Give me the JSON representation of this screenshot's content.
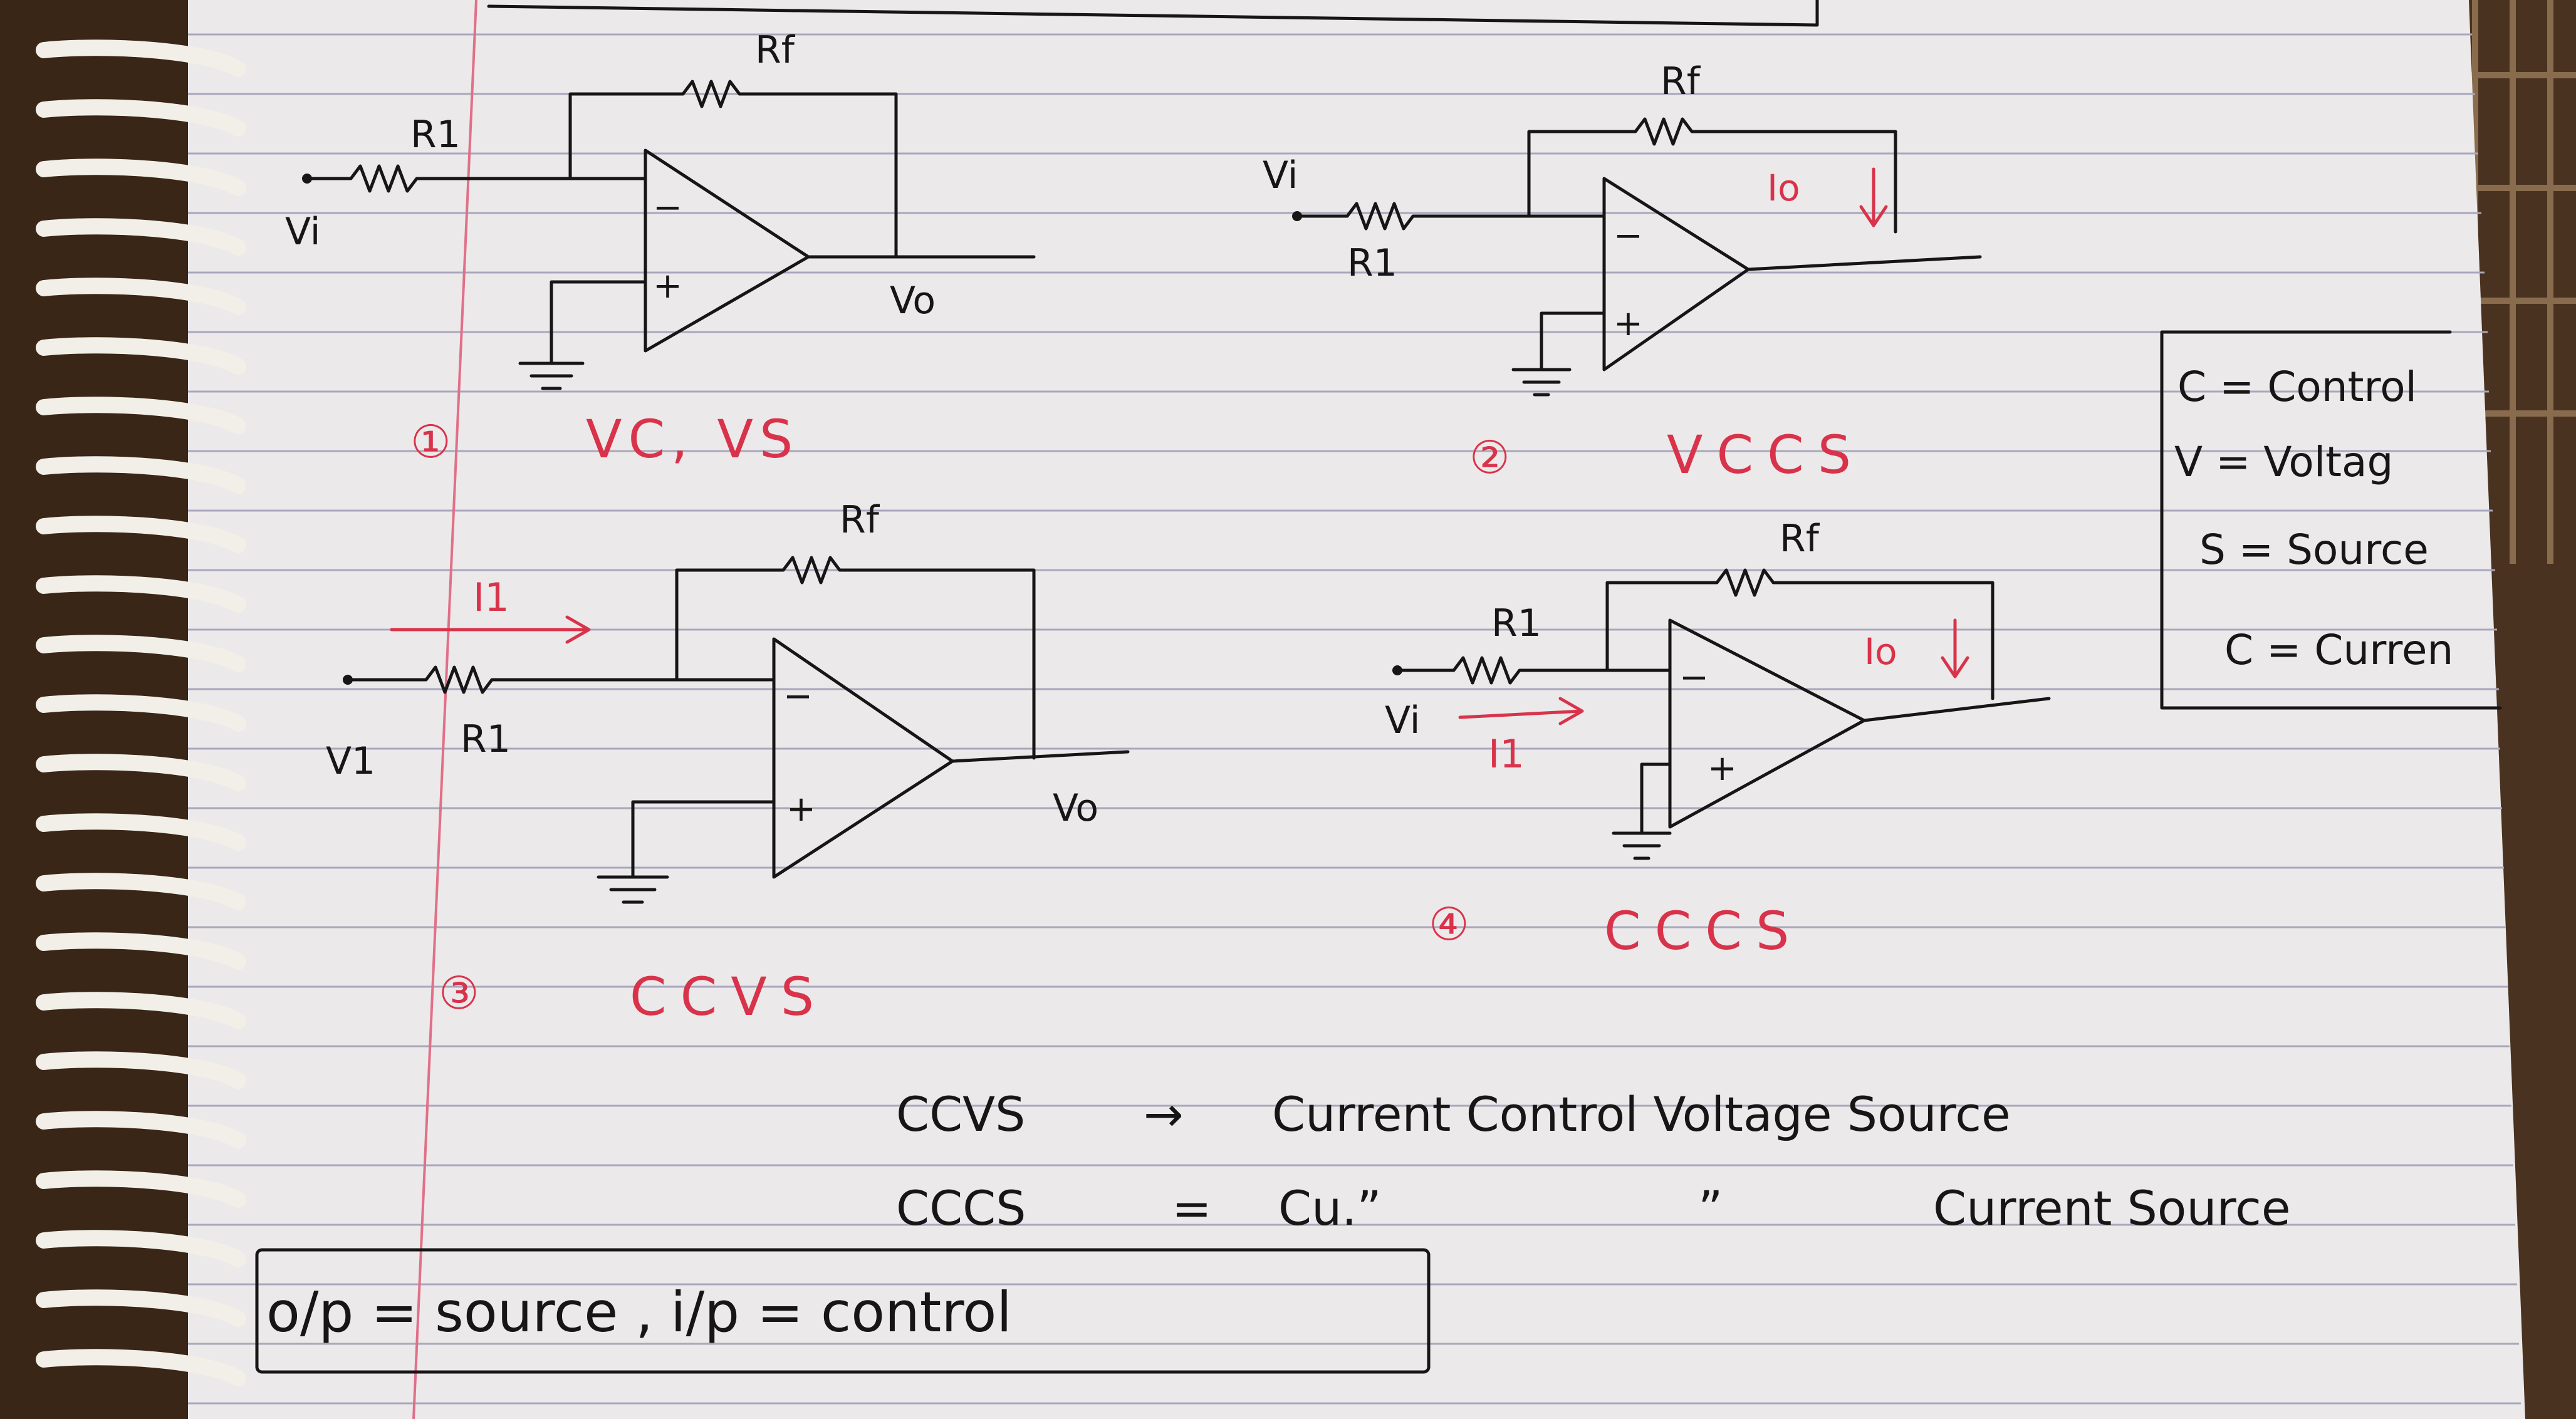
{
  "colors": {
    "paper": "#ece9ea",
    "rule": "#a8a7bc",
    "margin": "#e07088",
    "ink": "#161616",
    "red_ink": "#d8334a",
    "binding": "#3a2616"
  },
  "circuits": [
    {
      "number": "①",
      "title": "VC, VS",
      "labels": {
        "feedback": "Rf",
        "input_res": "R1",
        "input": "Vi",
        "output": "Vo"
      }
    },
    {
      "number": "②",
      "title": "VCCS",
      "labels": {
        "feedback": "Rf",
        "input_res": "R1",
        "input": "Vi",
        "current": "Io"
      }
    },
    {
      "number": "③",
      "title": "CCVS",
      "labels": {
        "feedback": "Rf",
        "input_res": "R1",
        "input": "V1",
        "output": "Vo",
        "current": "I1"
      }
    },
    {
      "number": "④",
      "title": "CCCS",
      "labels": {
        "feedback": "Rf",
        "input_res": "R1",
        "input": "Vi",
        "current": "I1",
        "out_current": "Io"
      }
    }
  ],
  "opamp": {
    "inv": "−",
    "noninv": "+"
  },
  "legend": [
    "C = Control",
    "V = Voltag",
    "S = Source",
    "C = Curren"
  ],
  "notes": [
    {
      "lhs": "CCVS",
      "rel": "→",
      "rhs": "Current Control Voltage Source"
    },
    {
      "lhs": "CCCS",
      "rel": "=",
      "rhs_a": "Cu.”",
      "rhs_b": "”",
      "rhs_c": "Current Source"
    }
  ],
  "footer": "o/p = source ,  i/p = control"
}
